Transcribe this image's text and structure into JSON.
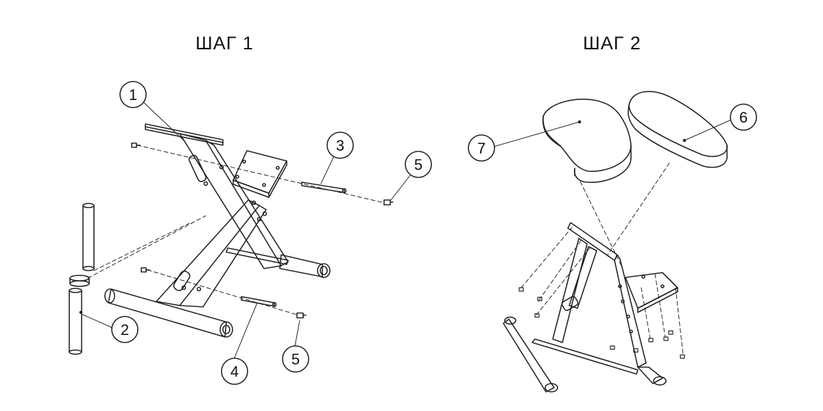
{
  "steps": [
    {
      "title": "ШАГ 1"
    },
    {
      "title": "ШАГ 2"
    }
  ],
  "callouts": [
    {
      "id": "1",
      "label": "1"
    },
    {
      "id": "3",
      "label": "3"
    },
    {
      "id": "5a",
      "label": "5"
    },
    {
      "id": "2",
      "label": "2"
    },
    {
      "id": "4",
      "label": "4"
    },
    {
      "id": "5b",
      "label": "5"
    },
    {
      "id": "7",
      "label": "7"
    },
    {
      "id": "6",
      "label": "6"
    }
  ]
}
